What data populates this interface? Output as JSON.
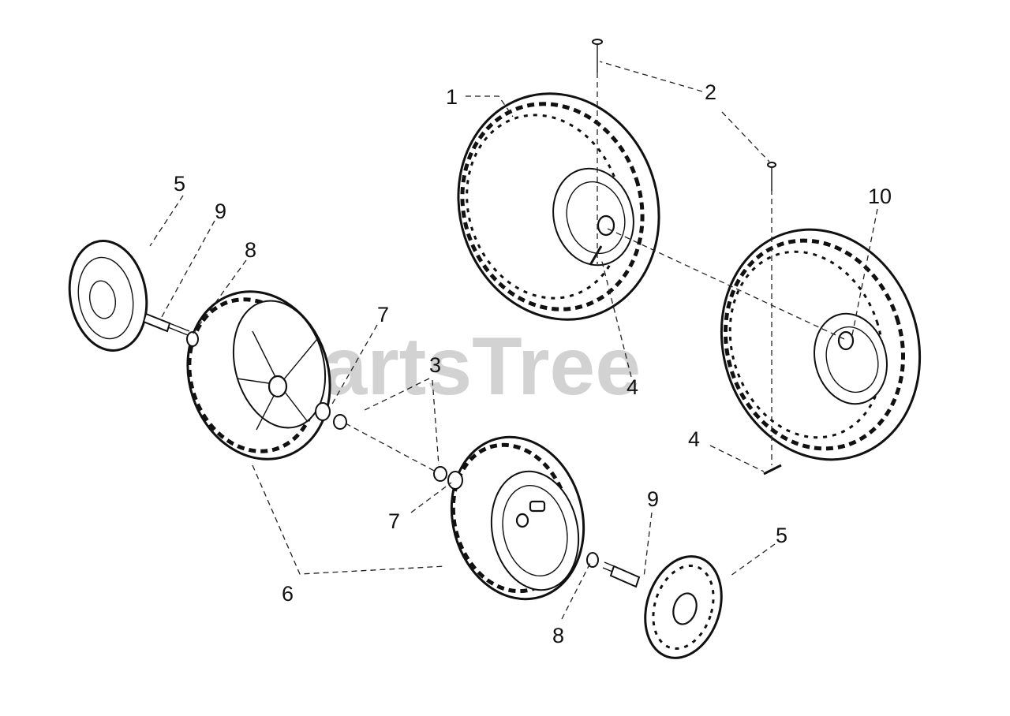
{
  "watermark": "PartsTree",
  "callouts": {
    "c1": "1",
    "c2": "2",
    "c3": "3",
    "c4a": "4",
    "c4b": "4",
    "c5a": "5",
    "c5b": "5",
    "c6": "6",
    "c7a": "7",
    "c7b": "7",
    "c8a": "8",
    "c8b": "8",
    "c9a": "9",
    "c9b": "9",
    "c10": "10"
  }
}
